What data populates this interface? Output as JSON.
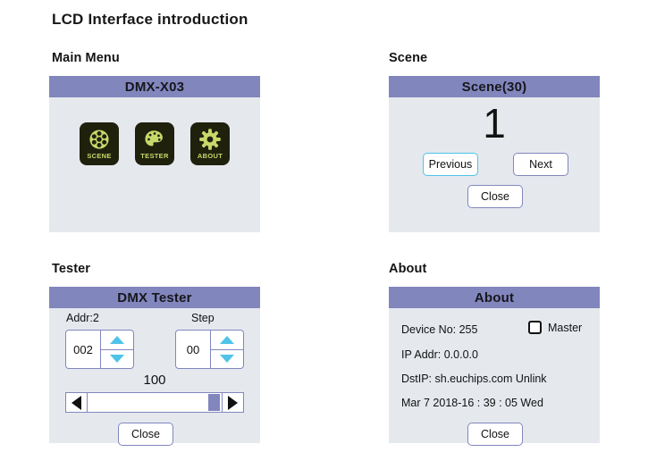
{
  "page_title": "LCD Interface introduction",
  "colors": {
    "header_purple": "#8186bd",
    "panel_body": "#e5e9ee",
    "tile_dark": "#20210d",
    "tile_accent": "#c6d96a",
    "focus_cyan": "#4cc3e8",
    "spin_arrow": "#4fc3e8"
  },
  "sections": {
    "main_menu": {
      "label": "Main Menu",
      "panel_title": "DMX-X03",
      "tiles": [
        {
          "label": "SCENE",
          "icon": "film-reel-icon"
        },
        {
          "label": "TESTER",
          "icon": "paint-palette-icon"
        },
        {
          "label": "ABOUT",
          "icon": "gear-icon"
        }
      ]
    },
    "scene": {
      "label": "Scene",
      "panel_title": "Scene(30)",
      "scene_number": "1",
      "previous_label": "Previous",
      "next_label": "Next",
      "close_label": "Close"
    },
    "tester": {
      "label": "Tester",
      "panel_title": "DMX Tester",
      "addr_caption": "Addr:2",
      "addr_value": "002",
      "step_caption": "Step",
      "step_value": "00",
      "slider_value": "100",
      "close_label": "Close"
    },
    "about": {
      "label": "About",
      "panel_title": "About",
      "device_no": "Device No: 255",
      "master_label": "Master",
      "ip_addr": "IP Addr: 0.0.0.0",
      "dst_ip": "DstIP: sh.euchips.com Unlink",
      "datetime": "Mar  7 2018-16 : 39 : 05 Wed",
      "close_label": "Close"
    }
  }
}
